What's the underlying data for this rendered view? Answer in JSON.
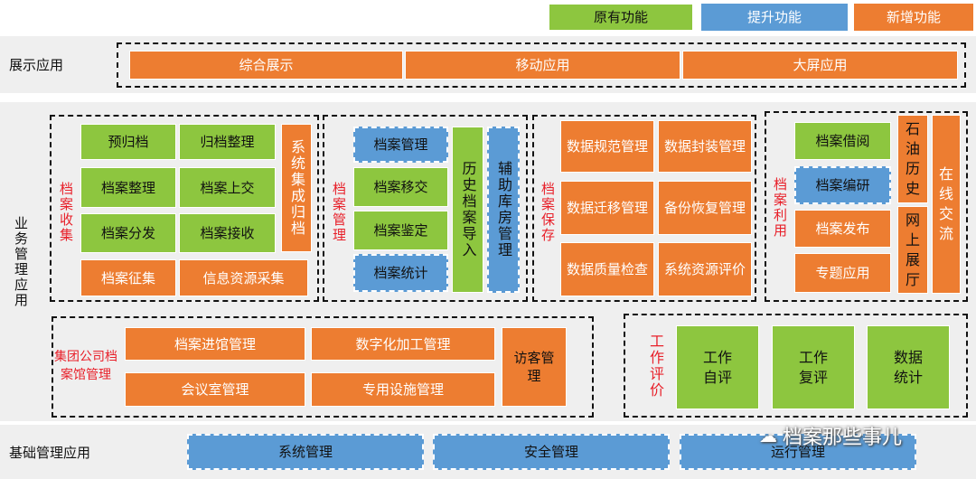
{
  "legend": {
    "existing": "原有功能",
    "improved": "提升功能",
    "new": "新增功能"
  },
  "display_layer": {
    "label": "展示应用",
    "items": [
      "综合展示",
      "移动应用",
      "大屏应用"
    ]
  },
  "business_layer": {
    "label": "业务管理应用",
    "collection": {
      "title": "档案收集",
      "items": [
        "预归档",
        "归档整理",
        "档案整理",
        "档案上交",
        "档案分发",
        "档案接收",
        "档案征集",
        "信息资源采集"
      ],
      "side": "系统集成归档"
    },
    "management": {
      "title": "档案管理",
      "items": [
        "档案管理",
        "档案移交",
        "档案鉴定",
        "档案统计"
      ],
      "history": "历史档案导入",
      "warehouse": "辅助库房管理"
    },
    "preservation": {
      "title": "档案保存",
      "items": [
        "数据规范管理",
        "数据封装管理",
        "数据迁移管理",
        "备份恢复管理",
        "数据质量检查",
        "系统资源评价"
      ]
    },
    "utilization": {
      "title": "档案利用",
      "items": [
        "档案借阅",
        "档案编研",
        "档案发布",
        "专题应用"
      ],
      "oil_history": "石油历史",
      "online_hall": "网上展厅",
      "online_exchange": "在线交流"
    },
    "group_archive": {
      "title": "集团公司档案馆管理",
      "items": [
        "档案进馆管理",
        "数字化加工管理",
        "会议室管理",
        "专用设施管理"
      ],
      "visitor": "访客管理"
    },
    "evaluation": {
      "title": "工作评价",
      "items": [
        "工作自评",
        "工作复评",
        "数据统计"
      ]
    }
  },
  "base_layer": {
    "label": "基础管理应用",
    "items": [
      "系统管理",
      "安全管理",
      "运行管理"
    ]
  },
  "watermark": "档案那些事儿",
  "colors": {
    "existing": "#8dc63f",
    "improved": "#5b9bd5",
    "new": "#ed7d31",
    "highlight_text": "#e8202a"
  }
}
